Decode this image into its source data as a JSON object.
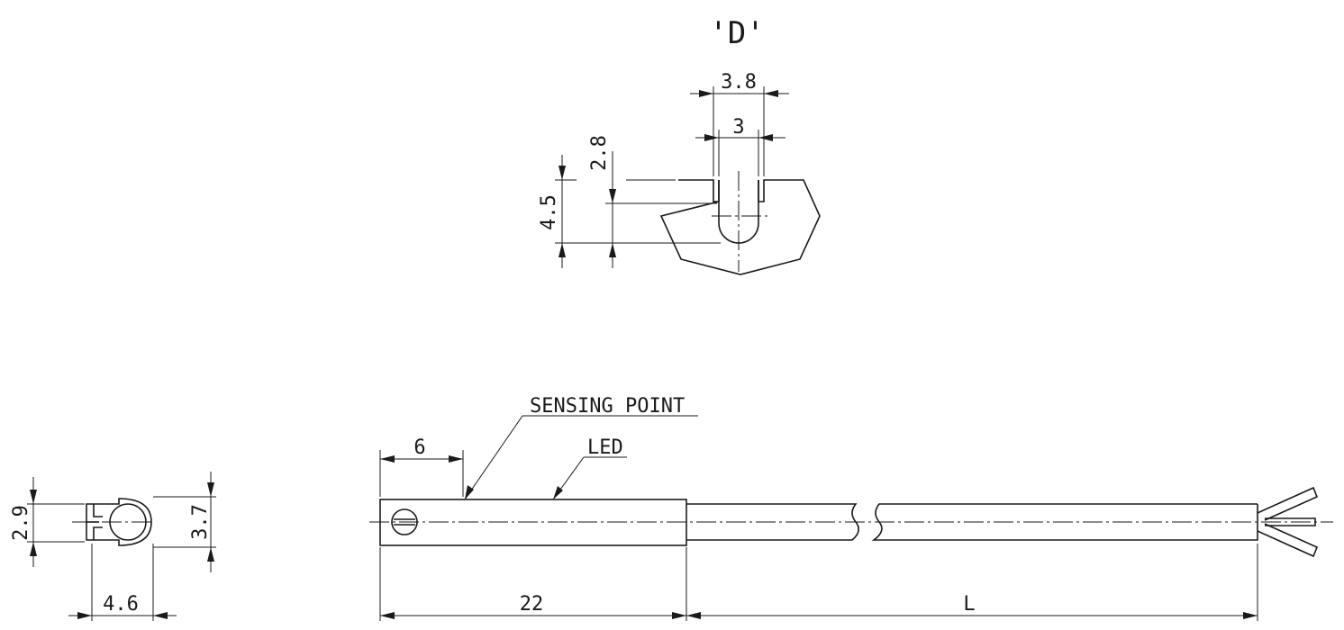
{
  "detail": {
    "title": "'D'",
    "dims": {
      "slot_outer_width": "3.8",
      "slot_inner_width": "3",
      "center_depth": "2.8",
      "total_depth": "4.5"
    }
  },
  "end_view": {
    "dims": {
      "inner_height": "2.9",
      "outer_height": "3.7",
      "width": "4.6"
    }
  },
  "side_view": {
    "callouts": {
      "sensing_point": "SENSING POINT",
      "led": "LED"
    },
    "dims": {
      "sensing_offset": "6",
      "body_length": "22",
      "cable_length": "L"
    }
  }
}
